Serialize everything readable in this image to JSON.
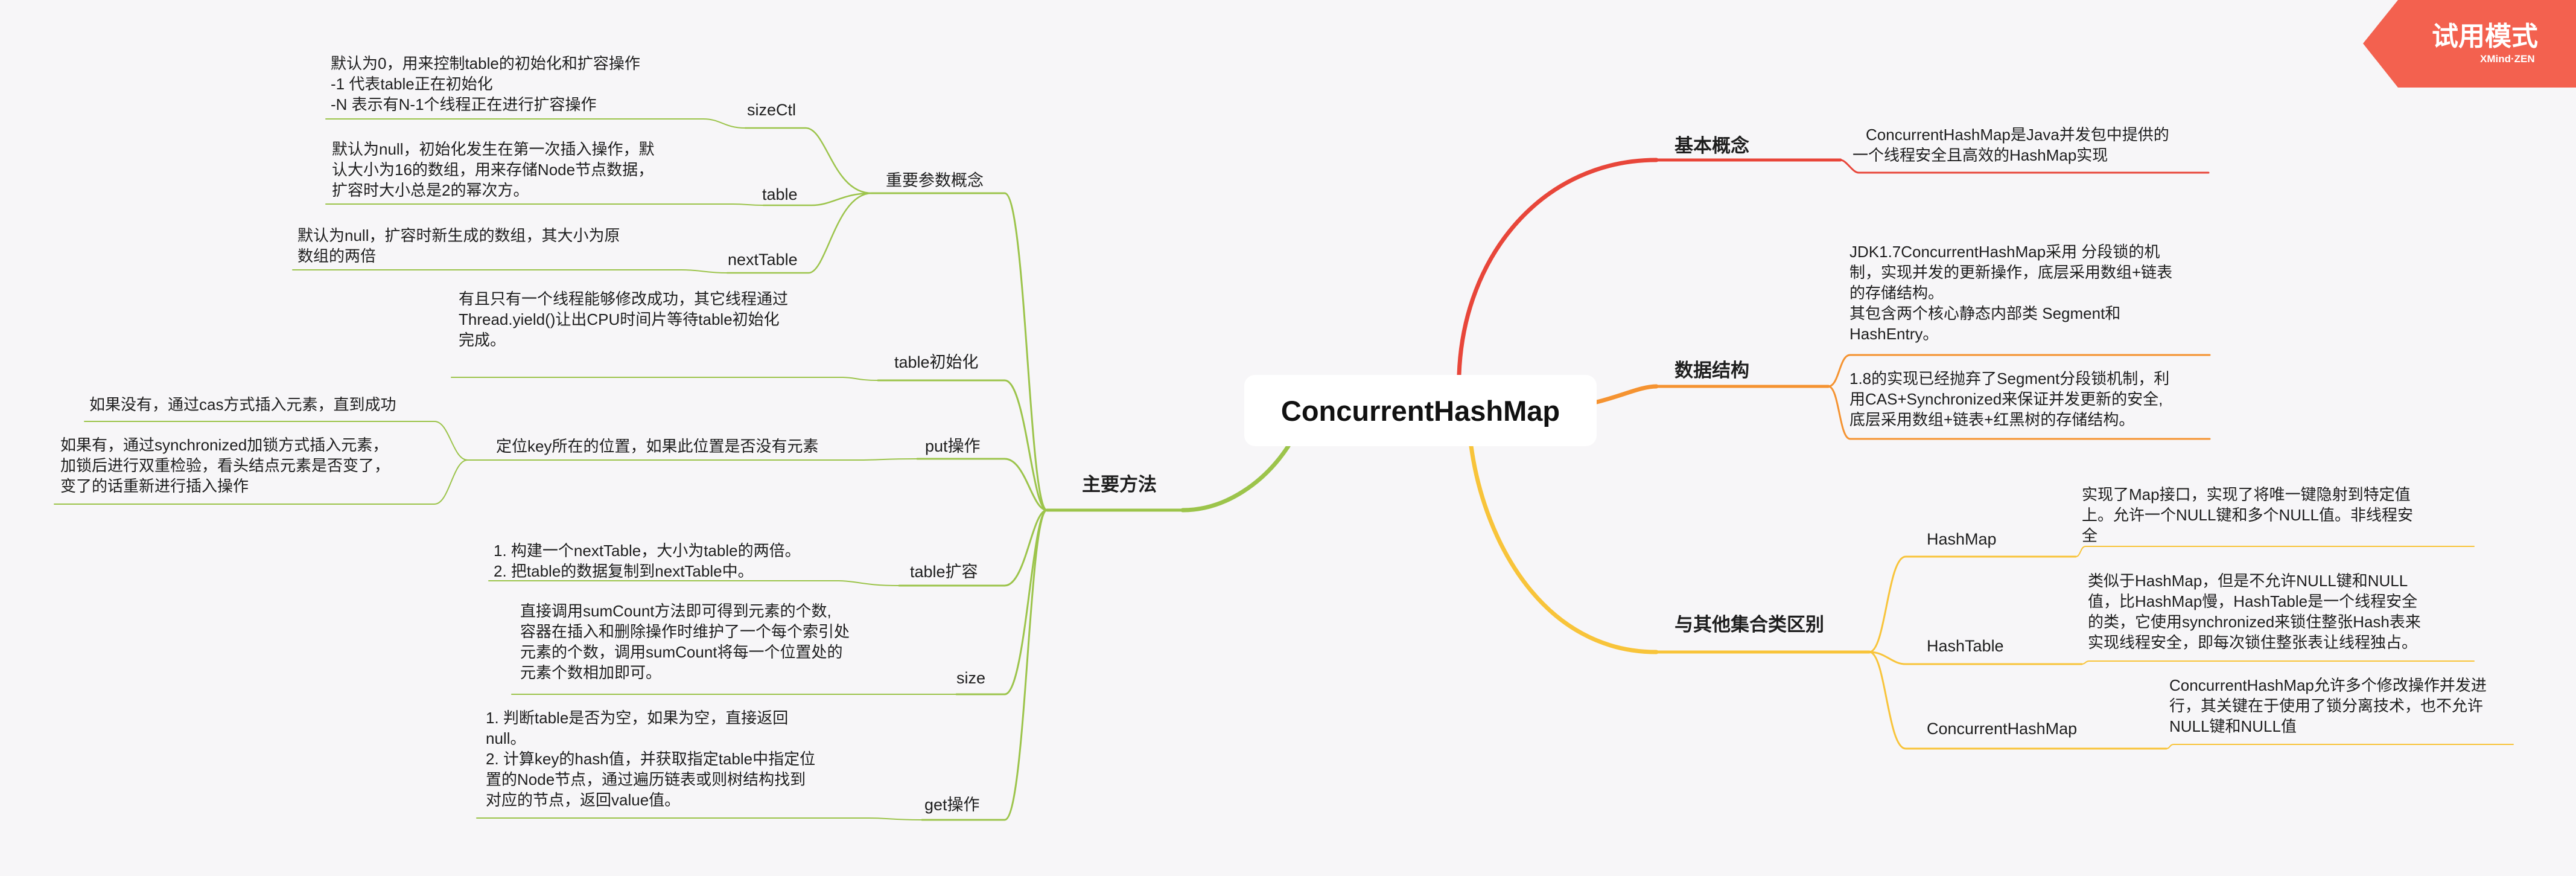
{
  "root": {
    "label": "ConcurrentHashMap"
  },
  "branches": {
    "basic": {
      "title": "基本概念",
      "lines": [
        "ConcurrentHashMap是Java并发包中提供的",
        "一个线程安全且高效的HashMap实现"
      ]
    },
    "structure": {
      "title": "数据结构",
      "jdk17": [
        "JDK1.7ConcurrentHashMap采用 分段锁的机",
        "制，实现并发的更新操作，底层采用数组+链表",
        "的存储结构。",
        "其包含两个核心静态内部类 Segment和",
        "HashEntry。"
      ],
      "jdk18": [
        "1.8的实现已经抛弃了Segment分段锁机制，利",
        "用CAS+Synchronized来保证并发更新的安全,",
        "底层采用数组+链表+红黑树的存储结构。"
      ]
    },
    "compare": {
      "title": "与其他集合类区别",
      "hashmap": {
        "label": "HashMap",
        "lines": [
          "实现了Map接口，实现了将唯一键隐射到特定值",
          "上。允许一个NULL键和多个NULL值。非线程安",
          "全"
        ]
      },
      "hashtable": {
        "label": "HashTable",
        "lines": [
          "类似于HashMap，但是不允许NULL键和NULL",
          "值，比HashMap慢，HashTable是一个线程安全",
          "的类，它使用synchronized来锁住整张Hash表来",
          "实现线程安全，即每次锁住整张表让线程独占。"
        ]
      },
      "chm": {
        "label": "ConcurrentHashMap",
        "lines": [
          "ConcurrentHashMap允许多个修改操作并发进",
          "行，其关键在于使用了锁分离技术，也不允许",
          "NULL键和NULL值"
        ]
      }
    },
    "methods": {
      "title": "主要方法",
      "params": {
        "label": "重要参数概念",
        "sizeCtl": {
          "label": "sizeCtl",
          "lines": [
            "默认为0，用来控制table的初始化和扩容操作",
            "-1 代表table正在初始化",
            "-N 表示有N-1个线程正在进行扩容操作"
          ]
        },
        "table": {
          "label": "table",
          "lines": [
            "默认为null，初始化发生在第一次插入操作，默",
            "认大小为16的数组，用来存储Node节点数据，",
            "扩容时大小总是2的幂次方。"
          ]
        },
        "nextTable": {
          "label": "nextTable",
          "lines": [
            "默认为null，扩容时新生成的数组，其大小为原",
            "数组的两倍"
          ]
        }
      },
      "tableInit": {
        "label": "table初始化",
        "lines": [
          "有且只有一个线程能够修改成功，其它线程通过",
          "Thread.yield()让出CPU时间片等待table初始化",
          "完成。"
        ]
      },
      "put": {
        "label": "put操作",
        "locate": "定位key所在的位置，如果此位置是否没有元素",
        "no": "如果没有，通过cas方式插入元素，直到成功",
        "yes": [
          "如果有，通过synchronized加锁方式插入元素，",
          "加锁后进行双重检验，看头结点元素是否变了，",
          "变了的话重新进行插入操作"
        ]
      },
      "resize": {
        "label": "table扩容",
        "lines": [
          "1. 构建一个nextTable，大小为table的两倍。",
          "2. 把table的数据复制到nextTable中。"
        ]
      },
      "size": {
        "label": "size",
        "lines": [
          "直接调用sumCount方法即可得到元素的个数,",
          "容器在插入和删除操作时维护了一个每个索引处",
          "元素的个数，调用sumCount将每一个位置处的",
          "元素个数相加即可。"
        ]
      },
      "get": {
        "label": "get操作",
        "lines": [
          "1. 判断table是否为空，如果为空，直接返回",
          "null。",
          "2. 计算key的hash值，并获取指定table中指定位",
          "置的Node节点，通过遍历链表或则树结构找到",
          "对应的节点，返回value值。"
        ]
      }
    }
  },
  "badge": {
    "title": "试用模式",
    "subtitle": "XMind·ZEN"
  },
  "colors": {
    "red": "#e8463a",
    "orange": "#f59331",
    "yellow": "#f8c43a",
    "green": "#9cc44b",
    "badge": "#f3614f",
    "bg": "#f7f6f8"
  }
}
